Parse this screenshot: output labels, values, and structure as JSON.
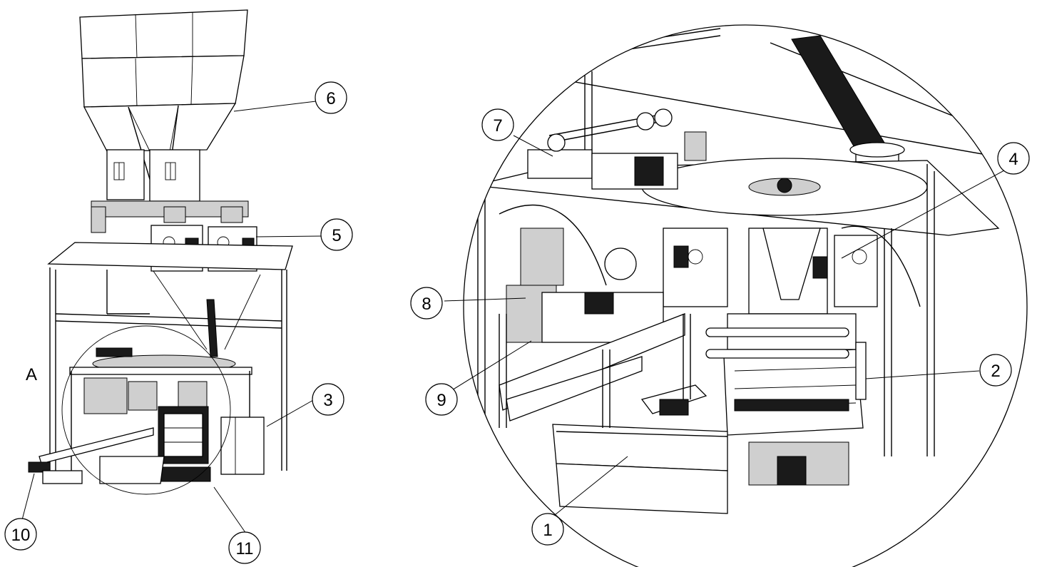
{
  "figure": {
    "view_label": "A",
    "callouts": [
      {
        "id": "c1",
        "label": "1"
      },
      {
        "id": "c2",
        "label": "2"
      },
      {
        "id": "c3",
        "label": "3"
      },
      {
        "id": "c4",
        "label": "4"
      },
      {
        "id": "c5",
        "label": "5"
      },
      {
        "id": "c6",
        "label": "6"
      },
      {
        "id": "c7",
        "label": "7"
      },
      {
        "id": "c8",
        "label": "8"
      },
      {
        "id": "c9",
        "label": "9"
      },
      {
        "id": "c10",
        "label": "10"
      },
      {
        "id": "c11",
        "label": "11"
      }
    ]
  }
}
